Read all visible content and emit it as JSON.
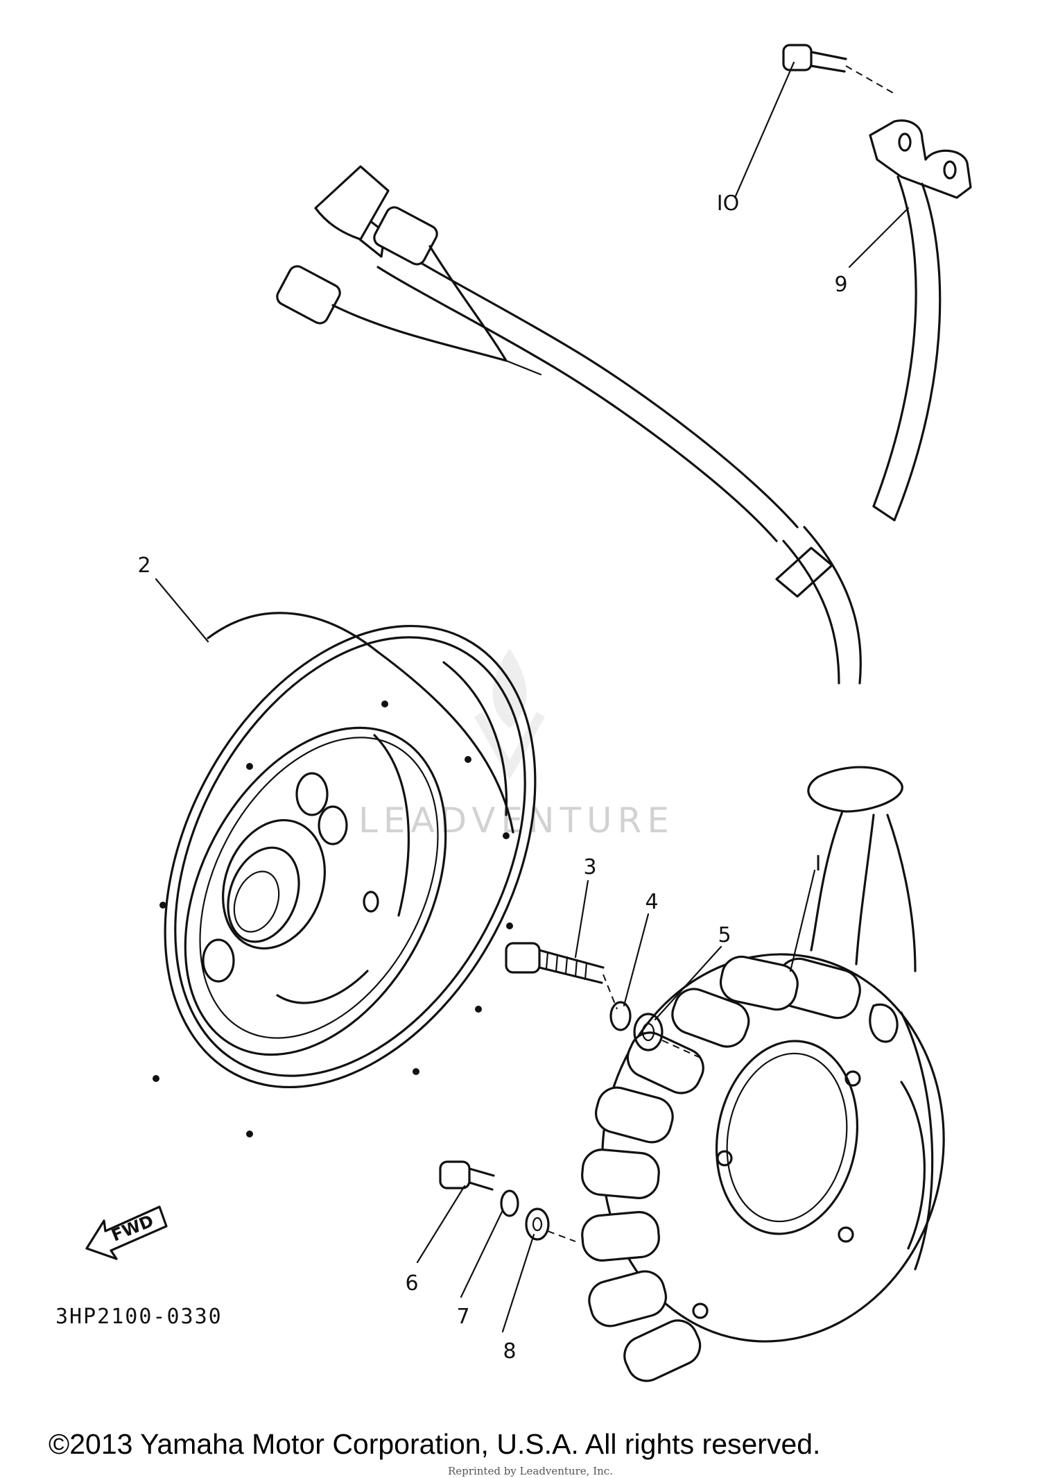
{
  "diagram": {
    "callouts": [
      {
        "id": "1",
        "label": "I"
      },
      {
        "id": "2",
        "label": "2"
      },
      {
        "id": "3",
        "label": "3"
      },
      {
        "id": "4",
        "label": "4"
      },
      {
        "id": "5",
        "label": "5"
      },
      {
        "id": "6",
        "label": "6"
      },
      {
        "id": "7",
        "label": "7"
      },
      {
        "id": "8",
        "label": "8"
      },
      {
        "id": "9",
        "label": "9"
      },
      {
        "id": "10",
        "label": "IO"
      }
    ],
    "fwd_label": "FWD",
    "drawing_code": "3HP2100-0330"
  },
  "watermark": {
    "text": "LEADVENTURE"
  },
  "footer": {
    "copyright": "©2013 Yamaha Motor Corporation, U.S.A. All rights reserved.",
    "reprint_notice": "Reprinted by Leadventure, Inc."
  }
}
